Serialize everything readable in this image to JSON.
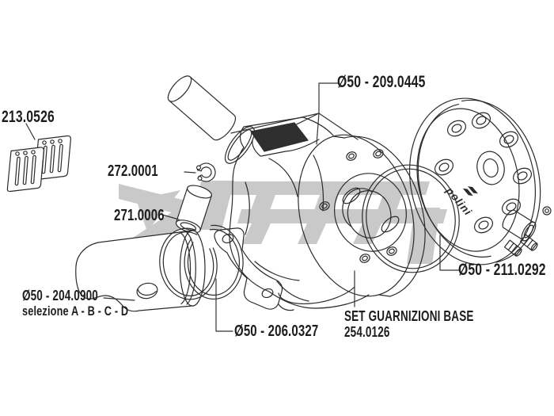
{
  "page": {
    "background": "#ffffff"
  },
  "watermark": {
    "color": "#c9c9c9"
  },
  "drawing": {
    "stroke_color": "#2b2b2b",
    "head_logo_text": "polini"
  },
  "labels": {
    "reed_valves": {
      "part_no": "213.0526"
    },
    "cylinder": {
      "part_no": "Ø50 - 209.0445"
    },
    "circlip": {
      "part_no": "272.0001"
    },
    "piston_pin": {
      "part_no": "271.0006"
    },
    "piston": {
      "part_no": "Ø50 - 204.0900",
      "note": "selezione A - B - C - D"
    },
    "piston_rings": {
      "part_no": "Ø50 - 206.0327"
    },
    "gasket_set": {
      "title": "SET GUARNIZIONI BASE",
      "part_no": "254.0126"
    },
    "cylinder_head": {
      "part_no": "Ø50 - 211.0292"
    }
  }
}
